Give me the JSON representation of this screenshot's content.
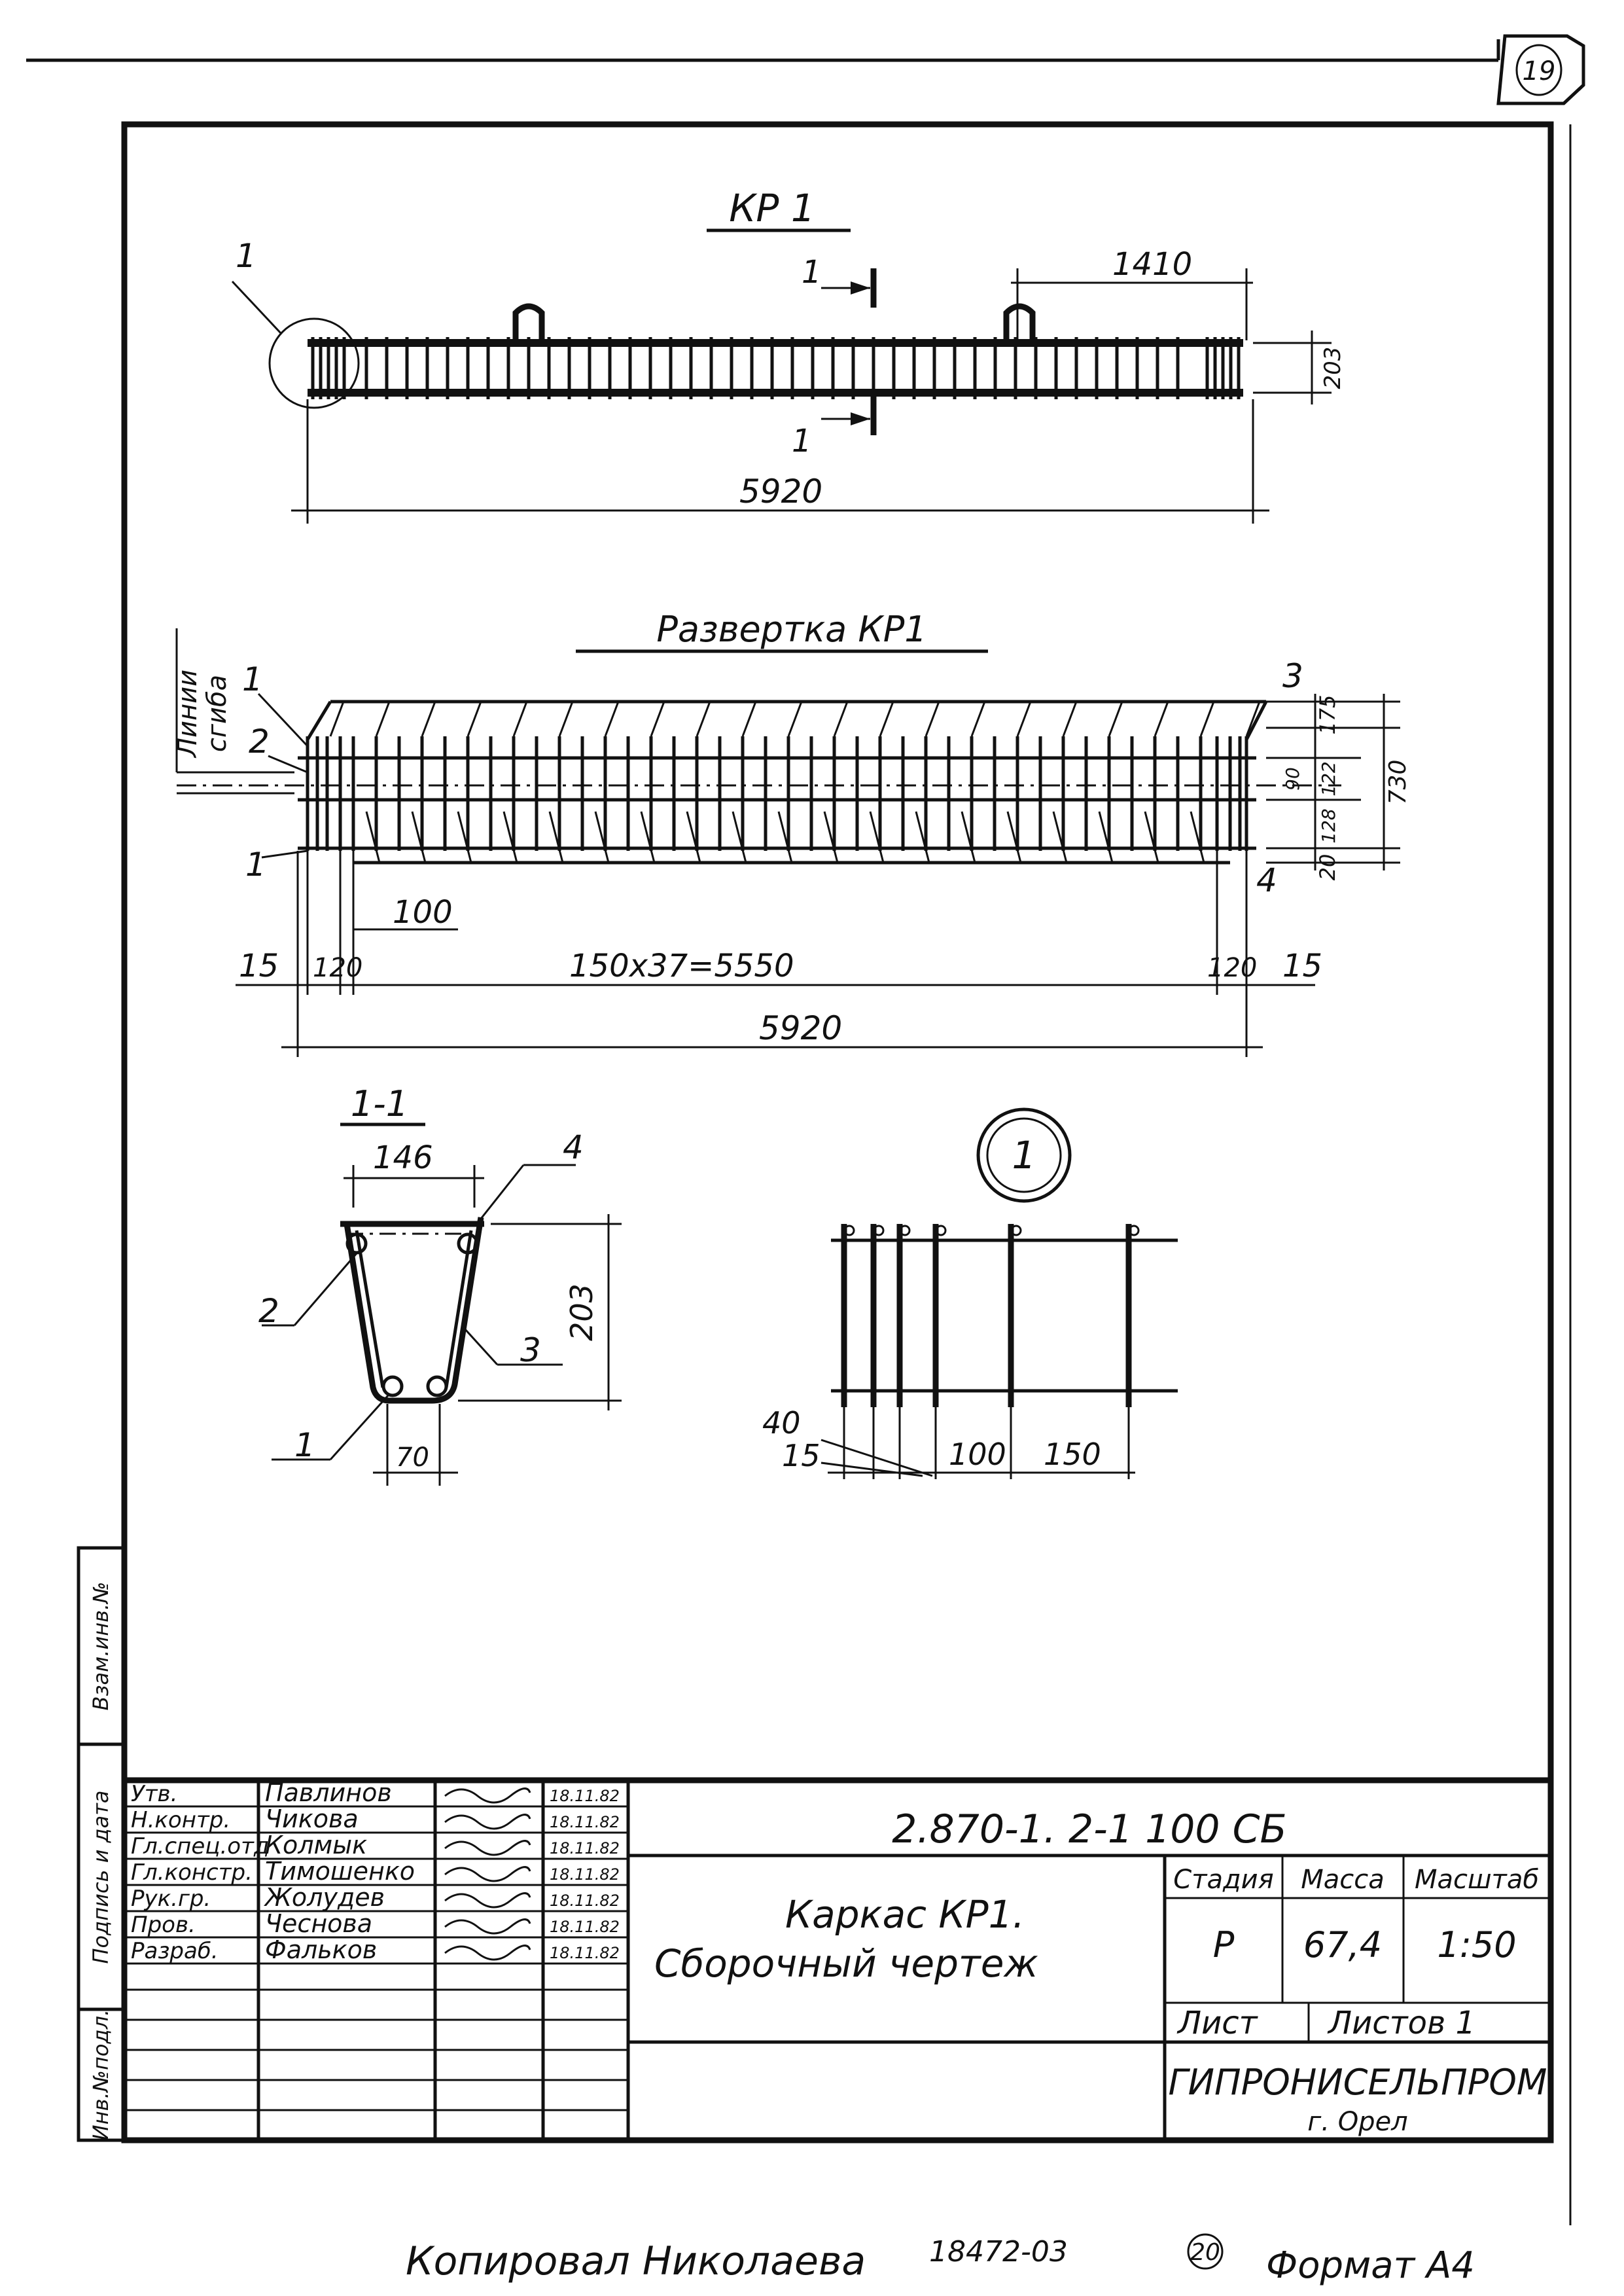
{
  "sheet": {
    "page_number": "19",
    "bottom_page_number": "20",
    "copied_by": "Копировал Николаева",
    "order_number": "18472-03",
    "format": "Формат А4"
  },
  "views": {
    "main_title": "КР 1",
    "unfold_title": "Развертка КР1",
    "section_title": "1-1",
    "bend_lines_label": [
      "Линии",
      "сгиба"
    ],
    "callout_node": "1",
    "section_mark": "1",
    "node_label": "1"
  },
  "dims_main": {
    "pitch": "1410",
    "height": "203",
    "length": "5920"
  },
  "dims_unfold": {
    "edge_left": "15",
    "inner_left": "120",
    "step": "100",
    "run": "150х37=5550",
    "inner_right": "120",
    "edge_right": "15",
    "total": "5920",
    "right_175": "175",
    "right_90": "90",
    "right_122": "122",
    "right_128": "128",
    "right_20": "20",
    "right_730": "730",
    "pos_1_top": "1",
    "pos_2": "2",
    "pos_1_bottom": "1",
    "pos_3": "3",
    "pos_4": "4"
  },
  "dims_section": {
    "top_width": "146",
    "height": "203",
    "bottom_width": "70",
    "pos_1": "1",
    "pos_2": "2",
    "pos_3": "3",
    "pos_4": "4"
  },
  "dims_node": {
    "d40": "40",
    "d15": "15",
    "d100": "100",
    "d150": "150"
  },
  "side_stamp": {
    "labels": [
      "Инв.№подл.",
      "Подпись и дата",
      "Взам.инв.№"
    ]
  },
  "title_block": {
    "doc_code": "2.870-1. 2-1 100 СБ",
    "name_line1": "Каркас КР1.",
    "name_line2": "Сборочный чертеж",
    "hdr_stage": "Стадия",
    "hdr_mass": "Масса",
    "hdr_scale": "Масштаб",
    "stage": "Р",
    "mass": "67,4",
    "scale": "1:50",
    "sheet_label": "Лист",
    "sheets_label": "Листов 1",
    "org_name": "ГИПРОНИСЕЛЬПРОМ",
    "org_city": "г. Орел",
    "signers": [
      {
        "role": "Утв.",
        "name": "Павлинов",
        "date": "18.11.82"
      },
      {
        "role": "Н.контр.",
        "name": "Чикова",
        "date": "18.11.82"
      },
      {
        "role": "Гл.спец.отд",
        "name": "Колмык",
        "date": "18.11.82"
      },
      {
        "role": "Гл.констр.",
        "name": "Тимошенко",
        "date": "18.11.82"
      },
      {
        "role": "Рук.гр.",
        "name": "Жолудев",
        "date": "18.11.82"
      },
      {
        "role": "Пров.",
        "name": "Чеснова",
        "date": "18.11.82"
      },
      {
        "role": "Разраб.",
        "name": "Фальков",
        "date": "18.11.82"
      }
    ]
  }
}
